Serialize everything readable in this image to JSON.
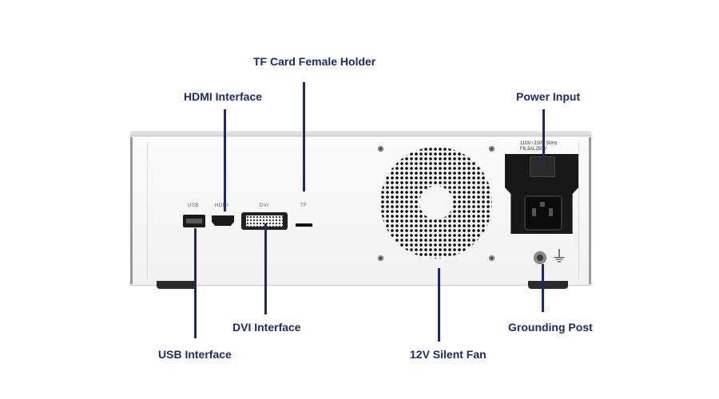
{
  "callouts": {
    "tf_card": "TF Card Female Holder",
    "hdmi": "HDMI Interface",
    "power_input": "Power Input",
    "dvi": "DVI Interface",
    "grounding": "Grounding Post",
    "usb": "USB Interface",
    "fan": "12V Silent Fan"
  },
  "panel_labels": {
    "usb": "USB",
    "hdmi": "HDMI",
    "dvi": "DVI",
    "tf": "TF"
  },
  "power_rating": {
    "line1": "110V~230V 50Hz",
    "line2": "F6.3AL250V"
  },
  "icons": {
    "ground": "ground-symbol-icon"
  },
  "colors": {
    "callout_text": "#1c2a6b",
    "leader": "#1c2a6b",
    "chassis": "#f4f4f4"
  }
}
